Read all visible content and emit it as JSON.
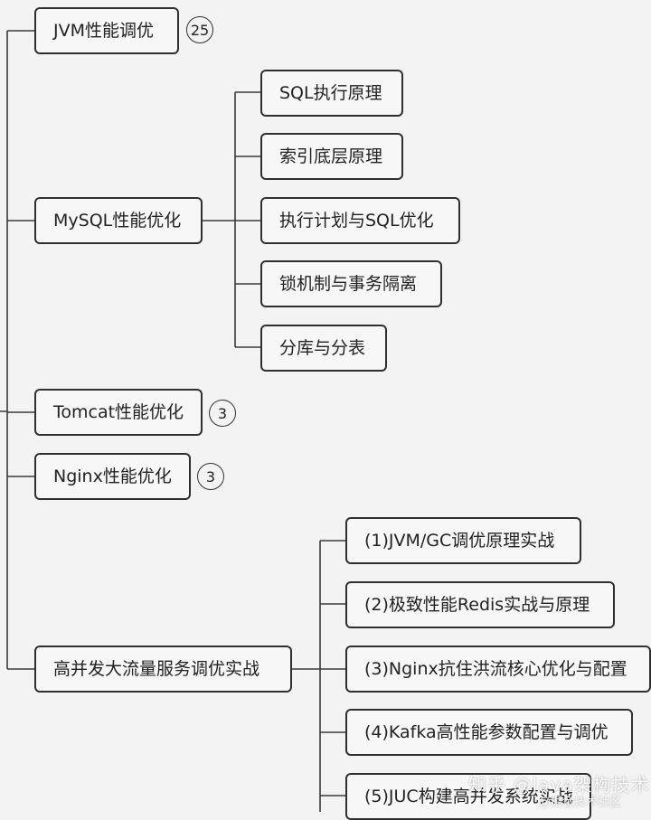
{
  "mindmap": {
    "jvm": {
      "label": "JVM性能调优",
      "count": "25"
    },
    "mysql": {
      "label": "MySQL性能优化",
      "children": [
        "SQL执行原理",
        "索引底层原理",
        "执行计划与SQL优化",
        "锁机制与事务隔离",
        "分库与分表"
      ]
    },
    "tomcat": {
      "label": "Tomcat性能优化",
      "count": "3"
    },
    "nginx": {
      "label": "Nginx性能优化",
      "count": "3"
    },
    "traffic": {
      "label": "高并发大流量服务调优实战",
      "children": [
        "(1)JVM/GC调优原理实战",
        "(2)极致性能Redis实战与原理",
        "(3)Nginx抗住洪流核心优化与配置",
        "(4)Kafka高性能参数配置与调优",
        "(5)JUC构建高并发系统实战"
      ]
    }
  },
  "watermark": {
    "main": "知乎 @Java架构技术",
    "sub": "@掘金技术社区"
  },
  "colors": {
    "background": "#f3f3f3",
    "border": "#2f2f2f",
    "line": "#3a3a3a"
  }
}
